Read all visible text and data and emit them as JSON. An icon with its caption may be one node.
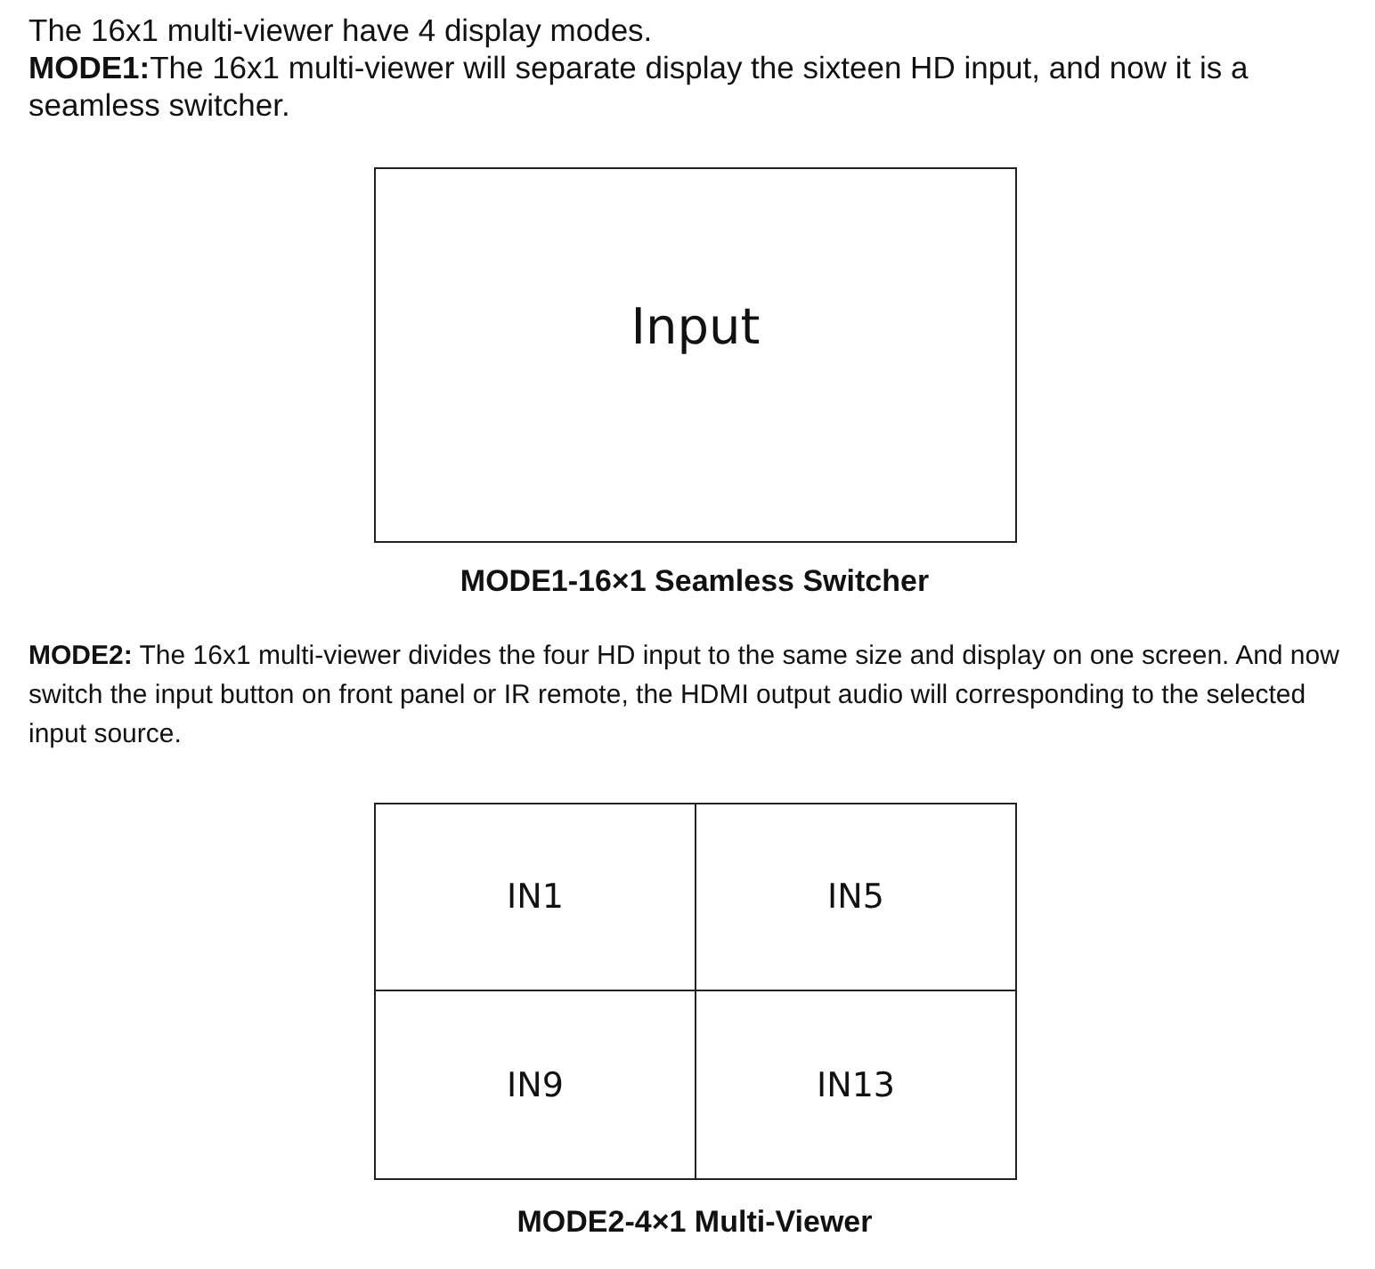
{
  "diagram": {
    "nodes": [
      {
        "text": [
          "Input"
        ]
      },
      {
        "text": [
          "IN1"
        ]
      },
      {
        "text": [
          "IN5"
        ]
      },
      {
        "text": [
          "IN9"
        ]
      },
      {
        "text": [
          "IN13"
        ]
      }
    ],
    "labels": [
      "The 16x1 multi-viewer have 4 display modes.",
      "**MODE1:**The 16x1 multi-viewer will separate display the sixteen HD input, and now it is a seamless switcher.",
      "MODE1-16×1 Seamless Switcher",
      "**MODE2:** The 16x1 multi-viewer divides the four HD input to the same size and display on one screen. And now switch the input button on front panel or IR remote, the HDMI output audio will corresponding to the selected input source.",
      "MODE2-4×1 Multi-Viewer"
    ]
  }
}
